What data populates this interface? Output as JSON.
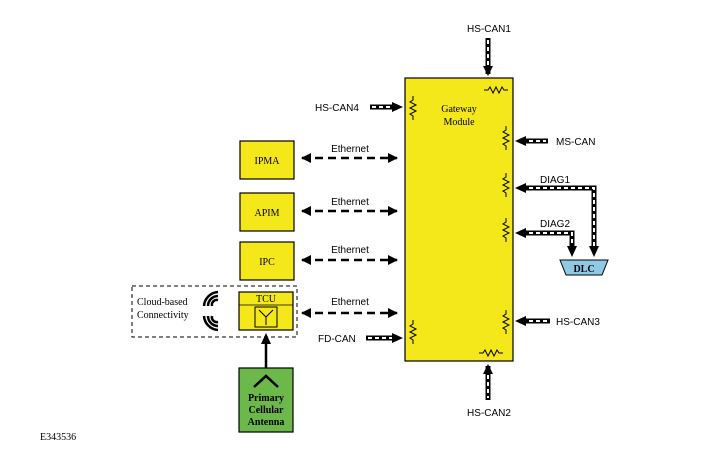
{
  "gateway": {
    "line1": "Gateway",
    "line2": "Module"
  },
  "buses": {
    "hs_can1": "HS-CAN1",
    "hs_can2": "HS-CAN2",
    "hs_can3": "HS-CAN3",
    "hs_can4": "HS-CAN4",
    "ms_can": "MS-CAN",
    "fd_can": "FD-CAN",
    "diag1": "DIAG1",
    "diag2": "DIAG2"
  },
  "modules": {
    "ipma": "IPMA",
    "apim": "APIM",
    "ipc": "IPC",
    "tcu": "TCU",
    "dlc": "DLC"
  },
  "ethernet": {
    "ipma": "Ethernet",
    "apim": "Ethernet",
    "ipc": "Ethernet",
    "tcu": "Ethernet"
  },
  "cloud": {
    "line1": "Cloud-based",
    "line2": "Connectivity"
  },
  "antenna": {
    "line1": "Primary",
    "line2": "Cellular",
    "line3": "Antenna"
  },
  "figure_id": "E343536",
  "colors": {
    "module_fill": "#f5e81a",
    "antenna_fill": "#6db84a",
    "dlc_fill": "#8ecae6",
    "outline": "#000000"
  }
}
